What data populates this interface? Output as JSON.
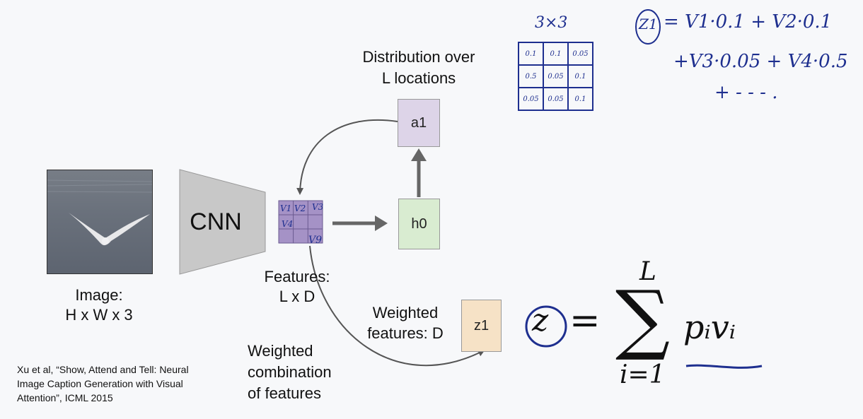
{
  "image_label": "Image:\nH x W x 3",
  "cnn_label": "CNN",
  "features_label": "Features:\nL x D",
  "feature_grid_handwriting": {
    "v1": "V1",
    "v2": "V2",
    "v3": "V3",
    "v4": "V4",
    "v9": "V9"
  },
  "h0_label": "h0",
  "a1_label": "a1",
  "z1_label": "z1",
  "distribution_label": "Distribution over\nL locations",
  "weighted_features_label": "Weighted\nfeatures: D",
  "weighted_combination_label": "Weighted\ncombination\nof features",
  "citation": "Xu et al, “Show, Attend and Tell: Neural Image Caption Generation with Visual Attention”, ICML 2015",
  "formula": {
    "lhs": "z",
    "equals": "=",
    "sum_upper": "L",
    "sum_lower": "i=1",
    "term": "pᵢvᵢ"
  },
  "annotation": {
    "grid_title": "3×3",
    "grid_values": [
      [
        "0.1",
        "0.1",
        "0.05"
      ],
      [
        "0.5",
        "0.05",
        "0.1"
      ],
      [
        "0.05",
        "0.05",
        "0.1"
      ]
    ],
    "z1_label": "Z1",
    "line1": "= V1·0.1 + V2·0.1",
    "line2": "+V3·0.05 + V4·0.5",
    "line3": "+ - - - ."
  },
  "colors": {
    "h0_fill": "#d9ecd1",
    "a1_fill": "#ddd4e8",
    "z1_fill": "#f6e2c6",
    "feature_fill": "#a592c6",
    "cnn_fill": "#c8c8c8",
    "ink": "#1e2f8f"
  }
}
